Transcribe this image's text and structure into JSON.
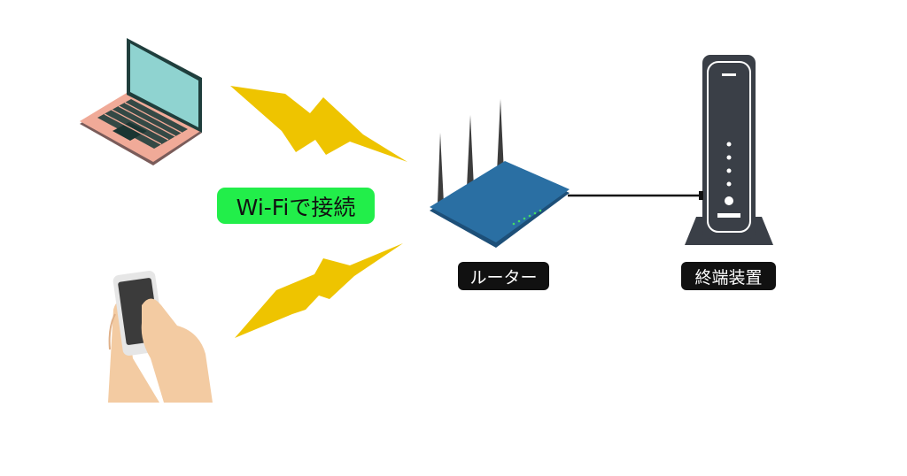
{
  "labels": {
    "wifi": "Wi-Fiで接続",
    "router": "ルーター",
    "onu": "終端装置"
  },
  "colors": {
    "bolt": "#eec400",
    "wifi_label_bg": "#22ee4a",
    "router_body": "#2a6fa3",
    "onu_body": "#3a3f47",
    "laptop_body": "#f0aa98",
    "laptop_screen": "#8fd3d0",
    "skin": "#f3cba2"
  },
  "icons": [
    "laptop-icon",
    "smartphone-in-hand-icon",
    "lightning-bolt-icon",
    "router-icon",
    "optical-network-terminal-icon"
  ]
}
